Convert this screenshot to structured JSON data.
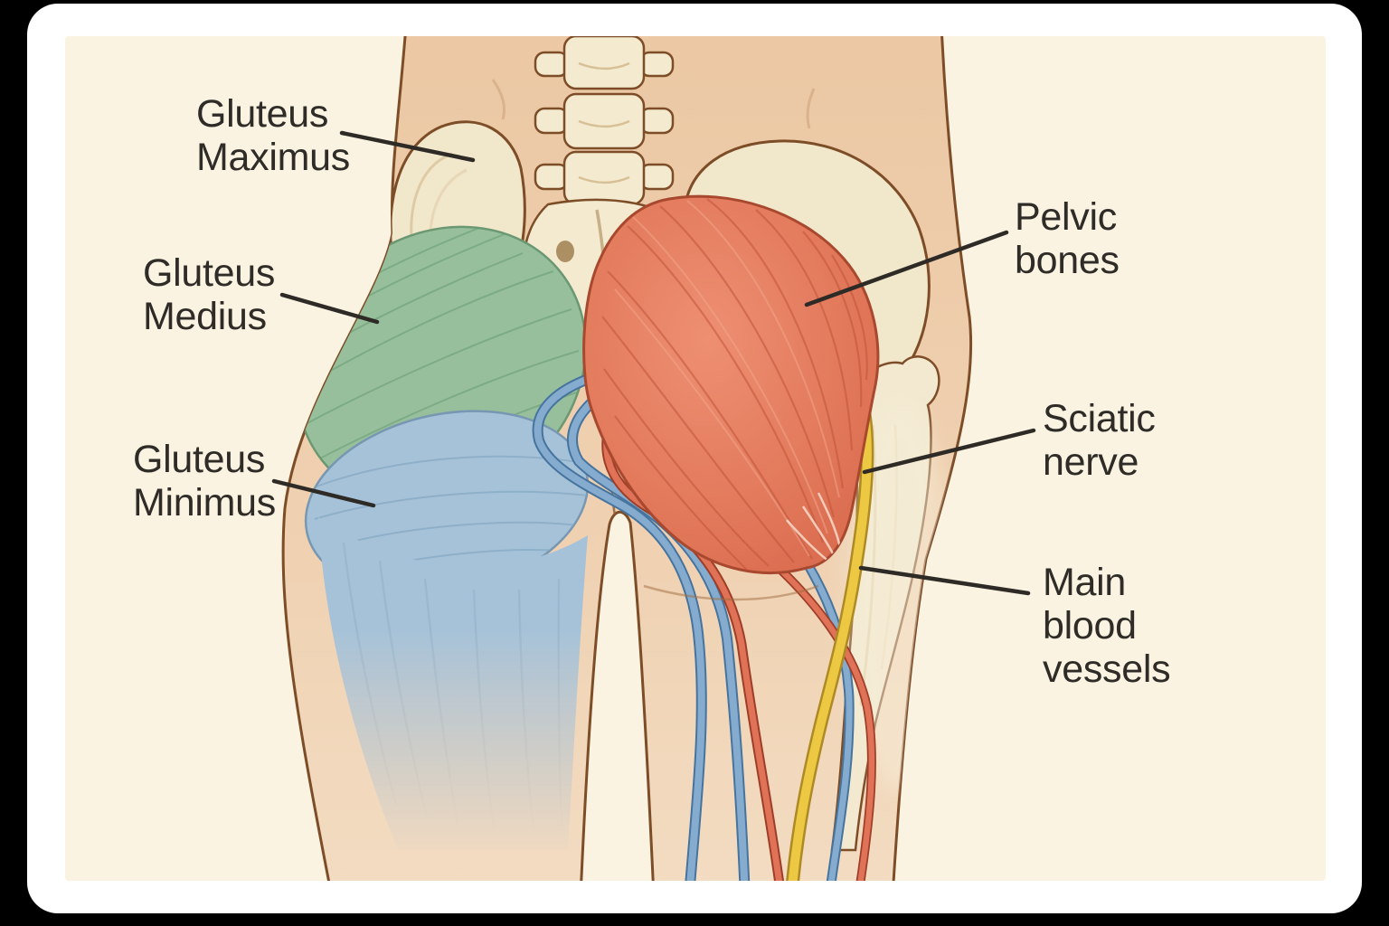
{
  "scene": {
    "description": "Medical illustration, posterior view of the gluteal region with labeled muscles, pelvic bones, sciatic nerve and main blood vessels",
    "background_color": "#000000",
    "card_color": "#FFFFFF",
    "illustration_background": "#FAF3E2",
    "label_text_color": "#2F2C28",
    "leader_line_color": "#2E2A26"
  },
  "labels": {
    "gluteus_maximus": "Gluteus\nMaximus",
    "gluteus_medius": "Gluteus\nMedius",
    "gluteus_minimus": "Gluteus\nMinimus",
    "pelvic_bones": "Pelvic\nbones",
    "sciatic_nerve": "Sciatic\nnerve",
    "main_blood_vessels": "Main\nblood\nvessels"
  },
  "anatomy_colors": {
    "skin": "#ECC9A5",
    "outline": "#7D4D28",
    "bone": "#F2E9CE",
    "sacral_foramina": "#A8885C",
    "gluteus_medius_muscle": "#97BF9C",
    "gluteus_minimus_muscle": "#A6C2D8",
    "gluteus_maximus_muscle": "#E07A5E",
    "vein": "#85ACCE",
    "artery": "#DF7257",
    "sciatic_nerve": "#EDC842"
  }
}
